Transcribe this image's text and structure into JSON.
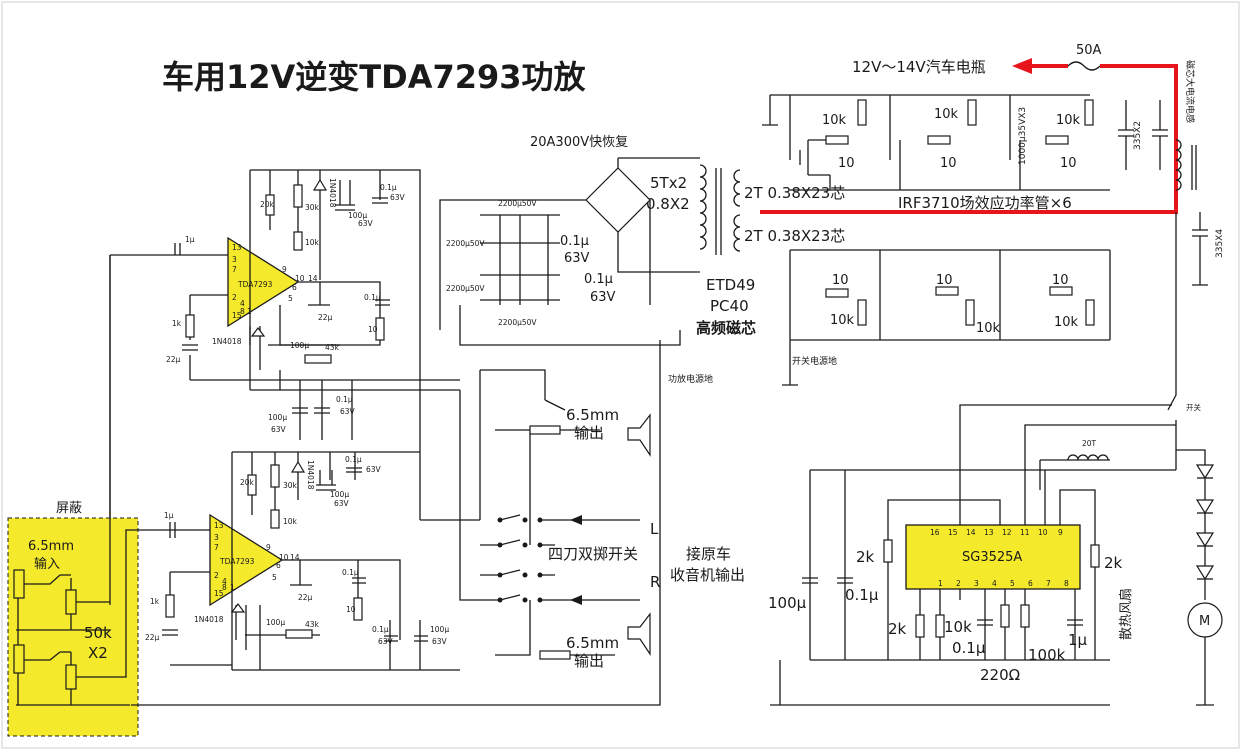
{
  "title": "车用12V逆变TDA7293功放",
  "colors": {
    "highlight": "#f4e92a",
    "power_line": "#e8141b",
    "wire": "#1a1a1a"
  },
  "labels": {
    "fast_recovery": "20A300V快恢复",
    "battery": "12V～14V汽车电瓶",
    "fuse": "50A",
    "inductor_note": "磁芯大电流电感",
    "cap_1000u": "1000μ35VX3",
    "cap_335x2": "335X2",
    "cap_335x4": "335X4",
    "winding_sec": "5Tx2",
    "wire_sec": "0.8X2",
    "winding_pri1": "2T 0.38X23芯",
    "winding_pri2": "2T 0.38X23芯",
    "mosfet": "IRF3710场效应功率管×6",
    "core_model": "ETD49",
    "core_material": "PC40",
    "core_type": "高频磁芯",
    "cap_2200": "2200μ50V",
    "cap_01_63": "0.1μ",
    "cap_63v": "63V",
    "r_10k": "10k",
    "r_10": "10",
    "switch_gnd": "开关电源地",
    "amp_gnd": "功放电源地",
    "jack_out": "6.5mm",
    "output": "输出",
    "switch4": "四刀双掷开关",
    "left": "L",
    "right": "R",
    "radio_in_1": "接原车",
    "radio_in_2": "收音机输出",
    "ic_amp": "TDA7293",
    "ic_pwm": "SG3525A",
    "diode": "1N4018",
    "shield": "屏蔽",
    "jack_in": "6.5mm",
    "input": "输入",
    "pot": "50k",
    "pot_count": "X2",
    "cap_100u": "100μ",
    "cap_01u": "0.1μ",
    "r_2k": "2k",
    "r_100k": "100k",
    "r_220": "220Ω",
    "cap_1u": "1μ",
    "inductor_20t": "20T",
    "switch": "开关",
    "fan": "散热风扇",
    "motor": "M",
    "c_1u": "1μ",
    "c_22u": "22μ",
    "r_1k": "1k",
    "r_20k": "20k",
    "r_30k": "30k",
    "r_43k": "43k",
    "c_100u_63": "100μ",
    "v63": "63V",
    "c_22u_b": "22μ",
    "c_01u_s": "0.1μ",
    "v63b": "63V",
    "r10s": "10"
  },
  "pins": {
    "amp": [
      "13",
      "3",
      "7",
      "2",
      "4",
      "15",
      "8",
      "1",
      "9",
      "10",
      "14",
      "6",
      "5"
    ],
    "sg_top": [
      "16",
      "15",
      "14",
      "13",
      "12",
      "11",
      "10",
      "9"
    ],
    "sg_bot": [
      "1",
      "2",
      "3",
      "4",
      "5",
      "6",
      "7",
      "8"
    ]
  }
}
